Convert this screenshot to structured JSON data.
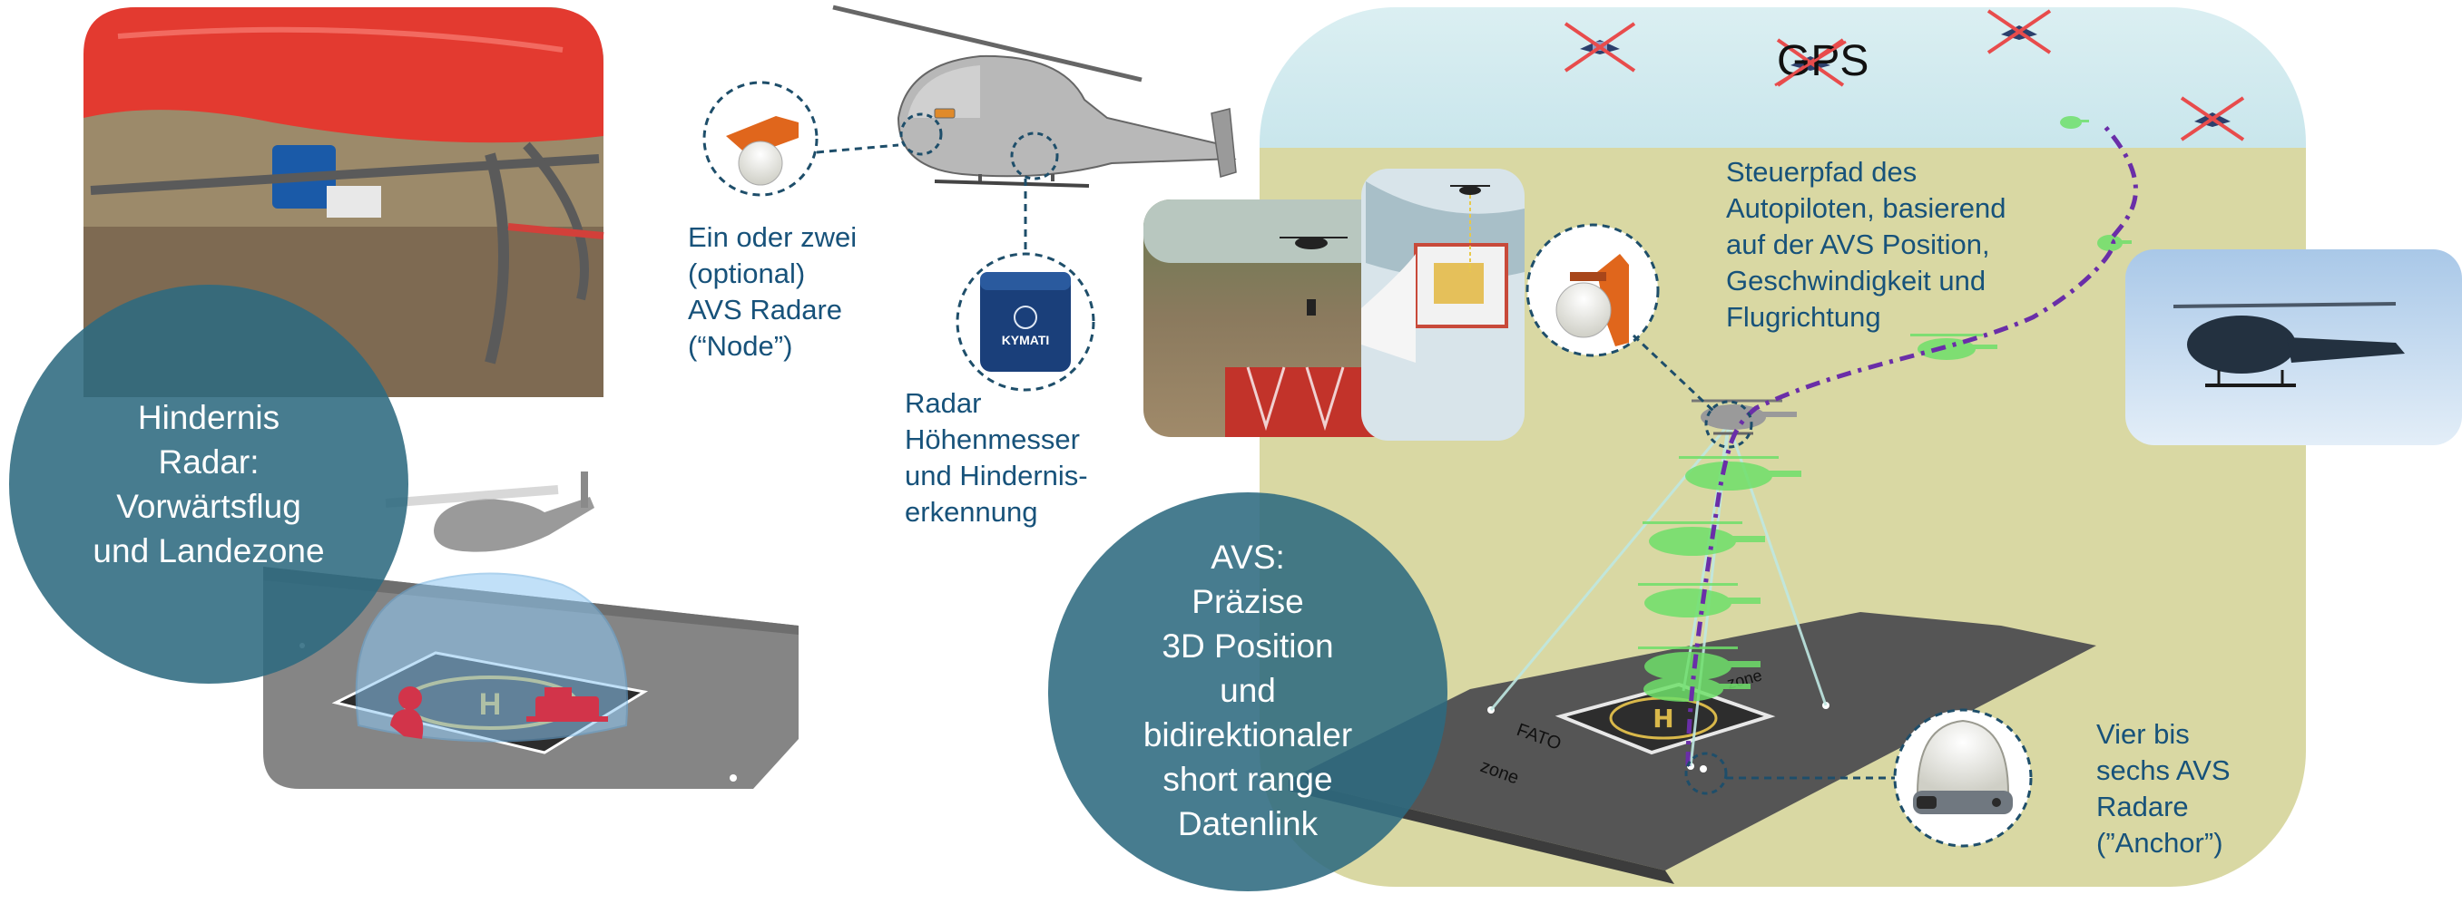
{
  "gps_label": "GPS",
  "left_circle": {
    "lines": [
      "Hindernis",
      "Radar:",
      "Vorwärtsflug",
      "und Landezone"
    ]
  },
  "center_circle": {
    "lines": [
      "AVS:",
      "Präzise",
      "3D Position",
      "und",
      "bidirektionaler",
      "short range",
      "Datenlink"
    ]
  },
  "node_label": {
    "lines": [
      "Ein oder zwei",
      "(optional)",
      "AVS Radare",
      "(“Node”)"
    ]
  },
  "altimeter_label": {
    "lines": [
      "Radar",
      "Höhenmesser",
      "und Hindernis-",
      "erkennung"
    ]
  },
  "autopilot_label": {
    "lines": [
      "Steuerpfad des",
      "Autopiloten, basierend",
      "auf  der AVS Position,",
      "Geschwindigkeit und",
      "Flugrichtung"
    ]
  },
  "anchor_label": {
    "lines": [
      "Vier bis",
      "sechs AVS",
      "Radare",
      "(”Anchor”)"
    ]
  },
  "pad_labels": {
    "fato": "FATO",
    "fato_zone": "zone",
    "tlof_zone": "zone"
  },
  "device_brand": "KYMATI",
  "colors": {
    "label_text": "#17527a",
    "circle_fill": "#2e6a80",
    "sky": "#d5edf0",
    "ground": "#d9d8a3",
    "path": "#6a2ea8",
    "drone": "#6ee06a",
    "dashed": "#1e4e6a",
    "red_cross": "#e84c4c"
  }
}
